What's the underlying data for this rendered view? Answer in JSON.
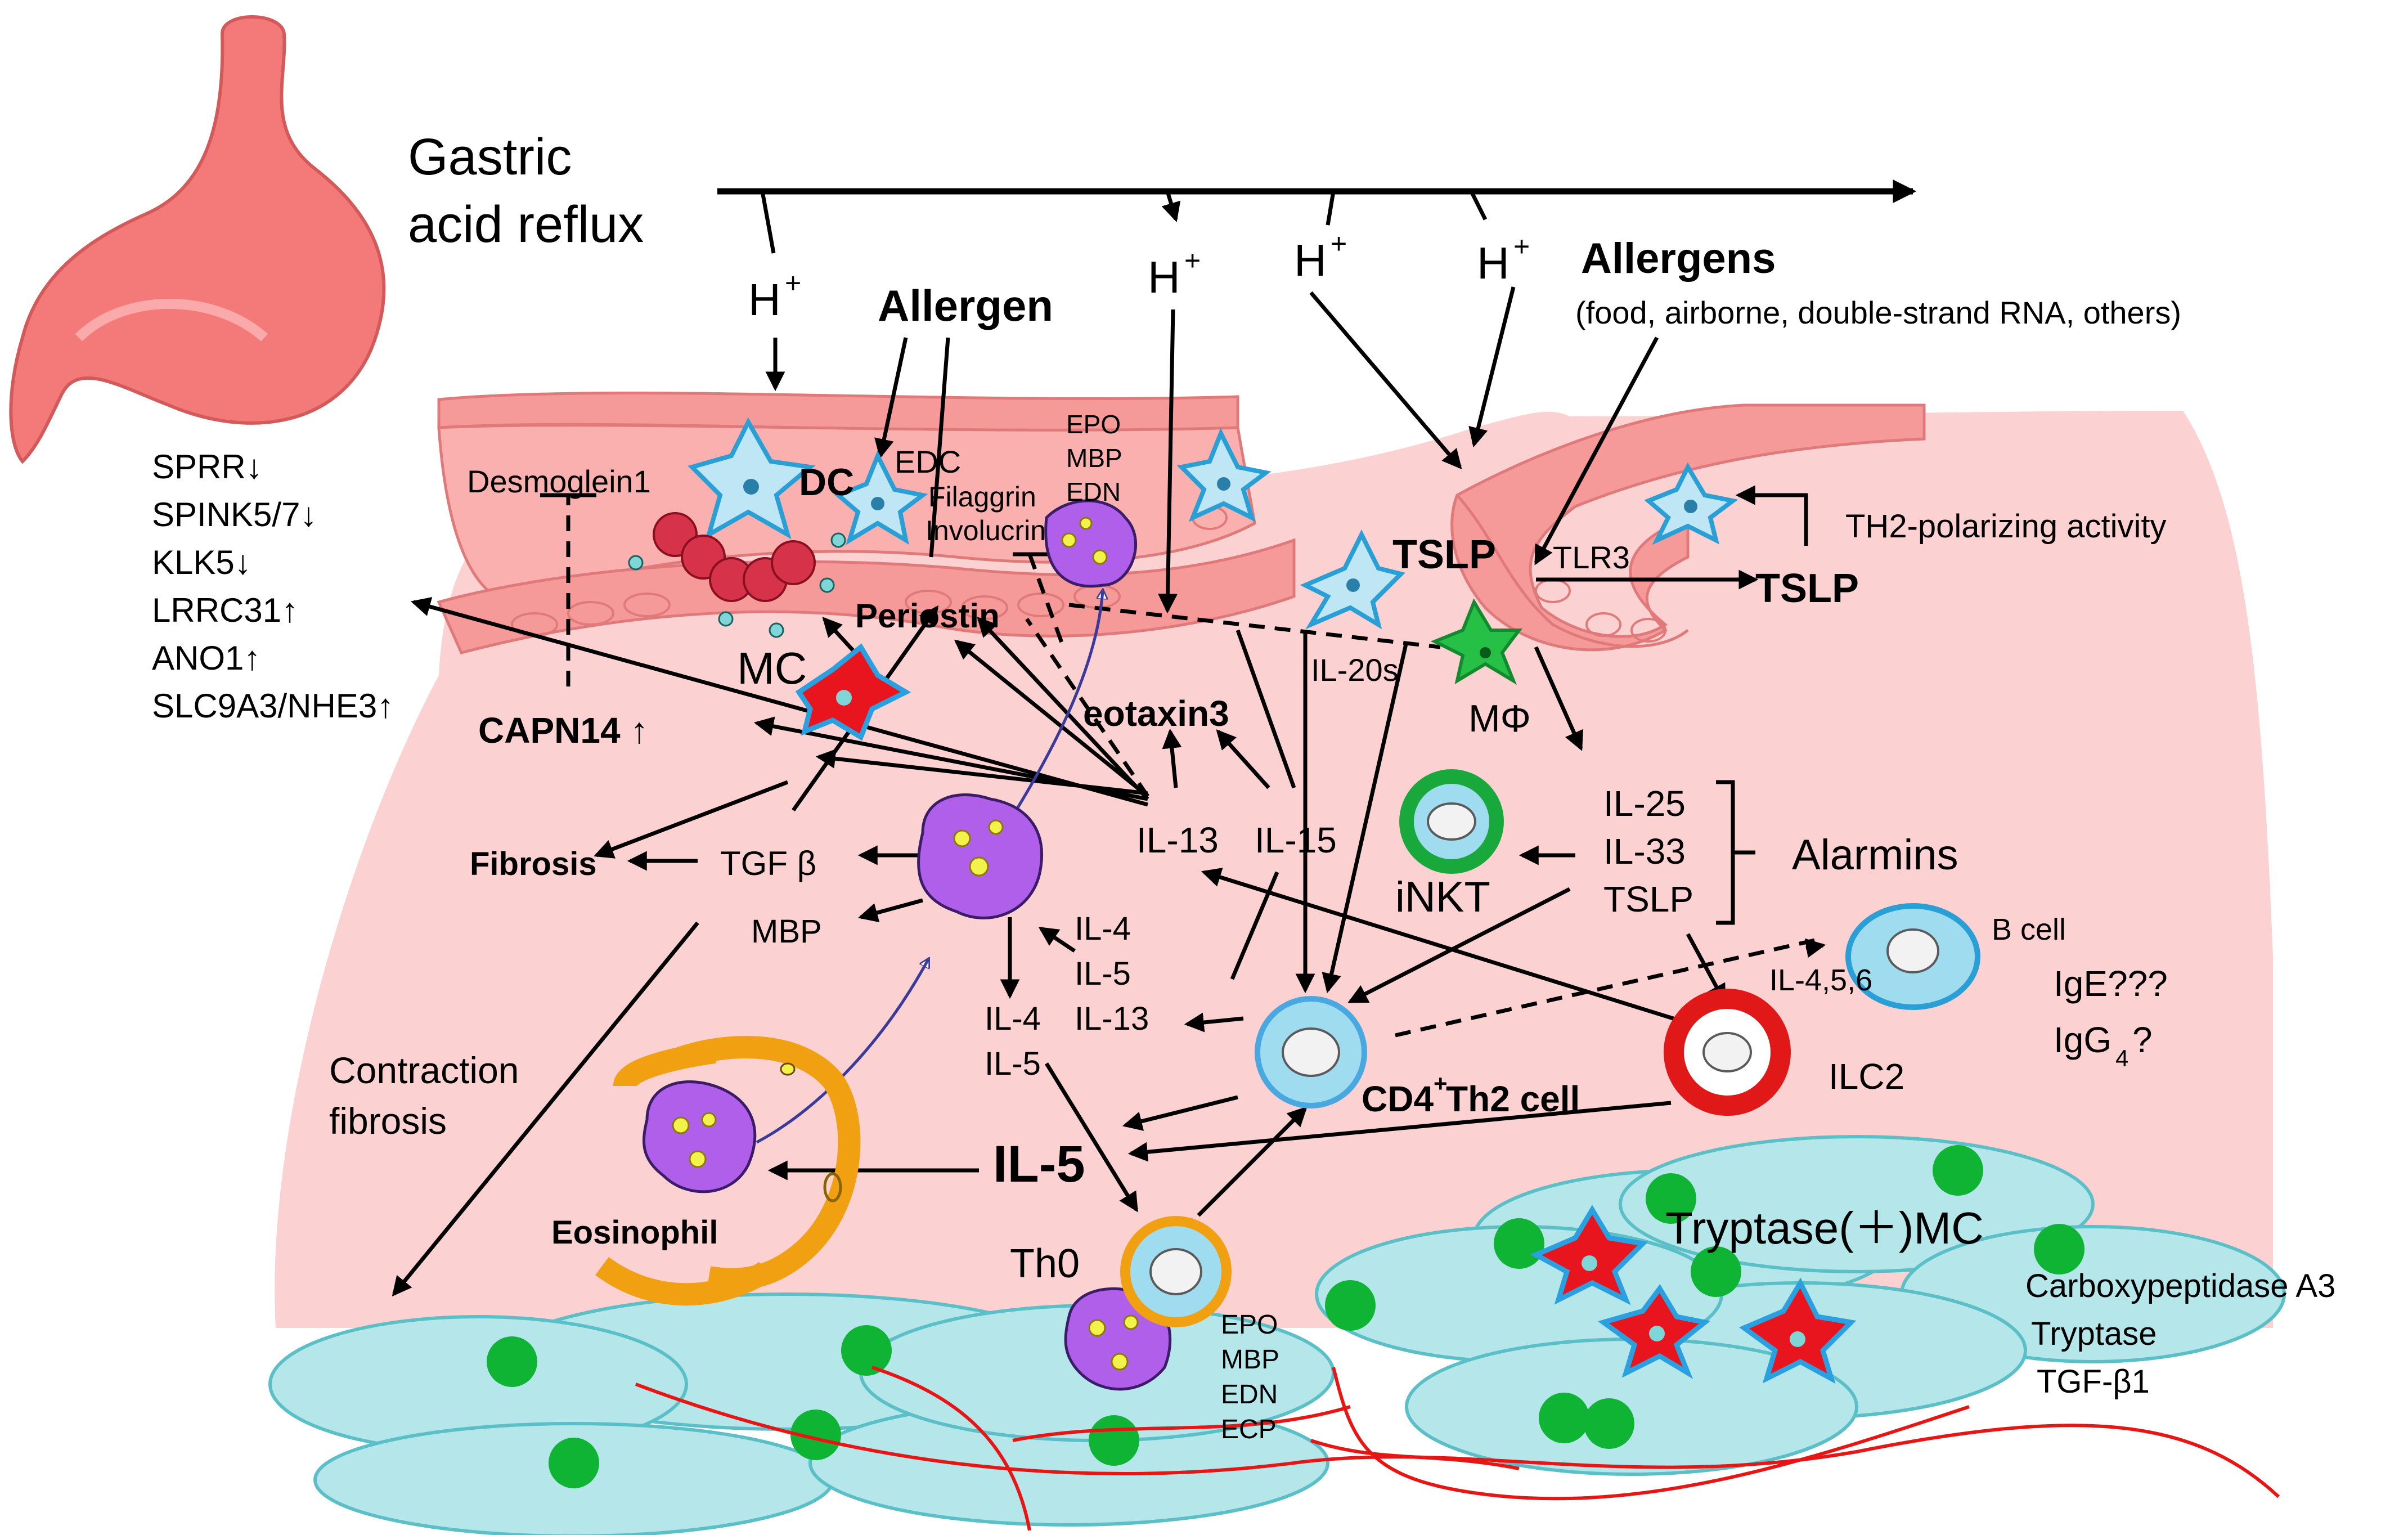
{
  "labels": {
    "gastric_line1": "Gastric",
    "gastric_line2": "acid reflux",
    "h_plus": "H",
    "h_plus_sup": "+",
    "allergen": "Allergen",
    "allergens": "Allergens",
    "allergens_sub": "(food, airborne, double-strand RNA, others)",
    "sprr": "SPRR↓",
    "spink": "SPINK5/7↓",
    "klk5": "KLK5↓",
    "lrrc31": "LRRC31↑",
    "ano1": "ANO1↑",
    "slc9a3": "SLC9A3/NHE3↑",
    "desmoglein": "Desmoglein1",
    "dc": "DC",
    "edc": "EDC",
    "filaggrin": "Filaggrin",
    "involucrin": "Involucrin",
    "epo": "EPO",
    "mbp": "MBP",
    "edn": "EDN",
    "ecp": "ECP",
    "periostin": "Periostin",
    "mc": "MC",
    "capn14": "CAPN14 ↑",
    "eotaxin3": "eotaxin3",
    "il20s": "IL-20s",
    "tslp": "TSLP",
    "tlr3": "TLR3",
    "th2_polarizing": "TH2-polarizing activity",
    "macrophage": "MΦ",
    "il25": "IL-25",
    "il33": "IL-33",
    "alarmins": "Alarmins",
    "inkt": "iNKT",
    "il13": "IL-13",
    "il15": "IL-15",
    "fibrosis": "Fibrosis",
    "tgfb": "TGF β",
    "il4": "IL-4",
    "il5": "IL-5",
    "il456": "IL-4,5,6",
    "b_cell": "B cell",
    "ige": "IgE???",
    "igg4_main": "IgG",
    "igg4_sub": "4",
    "igg4_tail": "?",
    "cd4_main": "CD4",
    "cd4_sup": "+",
    "cd4_tail": " Th2 cell",
    "ilc2": "ILC2",
    "contraction": "Contraction",
    "fibrosis_lower": "fibrosis",
    "eosinophil": "Eosinophil",
    "th0": "Th0",
    "tryptase_mc": "Tryptase(＋)MC",
    "carboxypeptidase": "Carboxypeptidase A3",
    "tryptase": "Tryptase",
    "tgfb1": "TGF-β1"
  },
  "colors": {
    "tissue": "#fbd1d1",
    "epithelium": "#f59999",
    "smooth_muscle": "#b5e6ea",
    "nucleus": "#10b435",
    "eosinophil": "#b05fea",
    "mast_cell": "#e8141e",
    "fiber": "#e81515",
    "stomach": "#f47a7a"
  }
}
